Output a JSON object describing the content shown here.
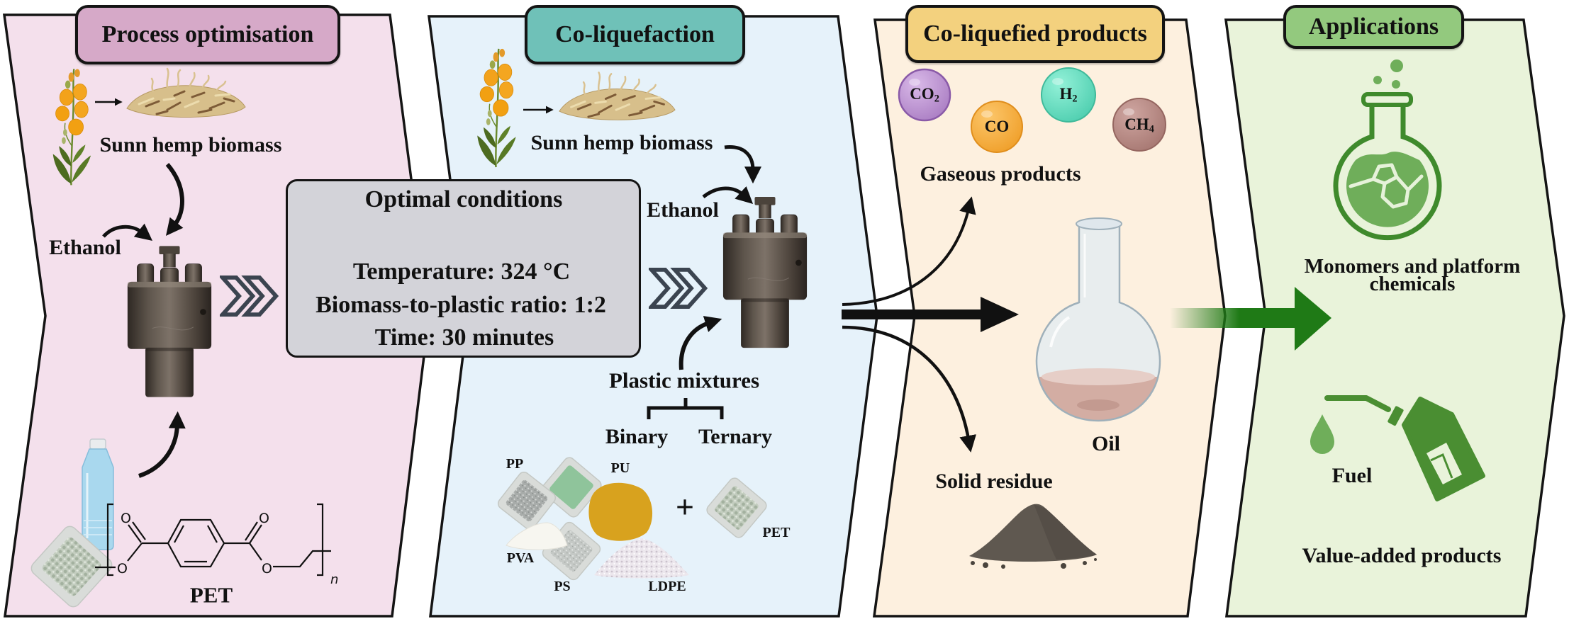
{
  "panels": {
    "process_optimisation": {
      "title": "Process optimisation",
      "biomass_label": "Sunn hemp biomass",
      "solvent_label": "Ethanol",
      "plastic_label": "PET",
      "structure": {
        "atoms": [
          "O",
          "O",
          "O",
          "O"
        ],
        "repeat_subscript": "n"
      }
    },
    "optimal_conditions": {
      "title": "Optimal conditions",
      "lines": [
        "Temperature: 324 °C",
        "Biomass-to-plastic ratio: 1:2",
        "Time: 30 minutes"
      ]
    },
    "co_liquefaction": {
      "title": "Co-liquefaction",
      "biomass_label": "Sunn hemp biomass",
      "solvent_label": "Ethanol",
      "plastic_mixtures_label": "Plastic mixtures",
      "mixture_types": [
        "Binary",
        "Ternary"
      ],
      "plastics": [
        "PP",
        "PU",
        "PVA",
        "PS",
        "LDPE"
      ],
      "plus_sign": "+",
      "added_plastic": "PET"
    },
    "co_liquefied_products": {
      "title": "Co-liquefied products",
      "gases": [
        {
          "base": "CO",
          "sub": "2"
        },
        {
          "base": "CO",
          "sub": ""
        },
        {
          "base": "H",
          "sub": "2"
        },
        {
          "base": "CH",
          "sub": "4"
        }
      ],
      "gaseous_label": "Gaseous products",
      "liquid_label": "Oil",
      "solid_label": "Solid residue"
    },
    "applications": {
      "title": "Applications",
      "items": [
        {
          "label": "Monomers and platform chemicals",
          "icon": "flask-molecule-icon"
        },
        {
          "label": "Fuel",
          "icon": "fuel-nozzle-can-icon"
        }
      ],
      "footer_label": "Value-added products"
    }
  },
  "icons": {
    "flow_step": "double-chevron-right",
    "reactor": "autoclave-reactor",
    "plant": "sunn-hemp-plant",
    "biomass": "fibre-pile",
    "oil": "round-bottom-flask",
    "residue": "powder-pile"
  },
  "colors": {
    "panel_process": "#f4e0ec",
    "title_process": "#d6a9c8",
    "panel_coliq": "#e6f2fa",
    "title_coliq": "#6fc1b8",
    "panel_products": "#fdf0df",
    "title_products": "#f3d17e",
    "panel_applications": "#e9f3da",
    "title_applications": "#93c97e",
    "conditions_box": "#d3d3d9",
    "outline": "#141414",
    "process_arrow_green": "#1f7a16",
    "icon_green": "#4a8e32",
    "icon_green_light": "#6fae5a",
    "gas_co2": "#b487cc",
    "gas_co": "#f4a735",
    "gas_h2": "#5fd6b6",
    "gas_ch4": "#b5847d"
  }
}
